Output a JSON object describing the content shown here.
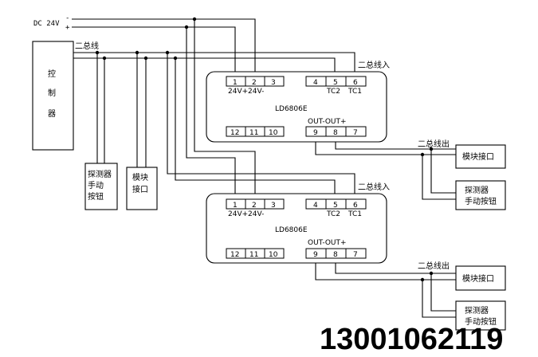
{
  "power": {
    "label": "DC 24V",
    "minus": "-",
    "plus": "+"
  },
  "bus_label": "二总线",
  "controller": {
    "chars": [
      "控",
      "制",
      "器"
    ]
  },
  "bottom_boxes": {
    "detector": [
      "探测器",
      "手动",
      "按钮"
    ],
    "module": [
      "模块",
      "接口"
    ]
  },
  "devices": [
    {
      "model": "LD6806E",
      "bus_in": "二总线入",
      "bus_out": "二总线出",
      "top_terminals": [
        "1",
        "2",
        "3",
        "4",
        "5",
        "6"
      ],
      "top_labels": [
        "24V+",
        "24V-",
        "TC2",
        "TC1"
      ],
      "bottom_terminals": [
        "12",
        "11",
        "10",
        "9",
        "8",
        "7"
      ],
      "out_label": "OUT-OUT+",
      "side_boxes": [
        [
          "模块接口"
        ],
        [
          "探测器",
          "手动按钮"
        ]
      ]
    },
    {
      "model": "LD6806E",
      "bus_in": "二总线入",
      "bus_out": "二总线出",
      "top_terminals": [
        "1",
        "2",
        "3",
        "4",
        "5",
        "6"
      ],
      "top_labels": [
        "24V+",
        "24V-",
        "TC2",
        "TC1"
      ],
      "bottom_terminals": [
        "12",
        "11",
        "10",
        "9",
        "8",
        "7"
      ],
      "out_label": "OUT-OUT+",
      "side_boxes": [
        [
          "模块接口"
        ],
        [
          "探测器",
          "手动按钮"
        ]
      ]
    }
  ],
  "phone": "13001062119",
  "colors": {
    "line": "#000000",
    "background": "#ffffff"
  }
}
